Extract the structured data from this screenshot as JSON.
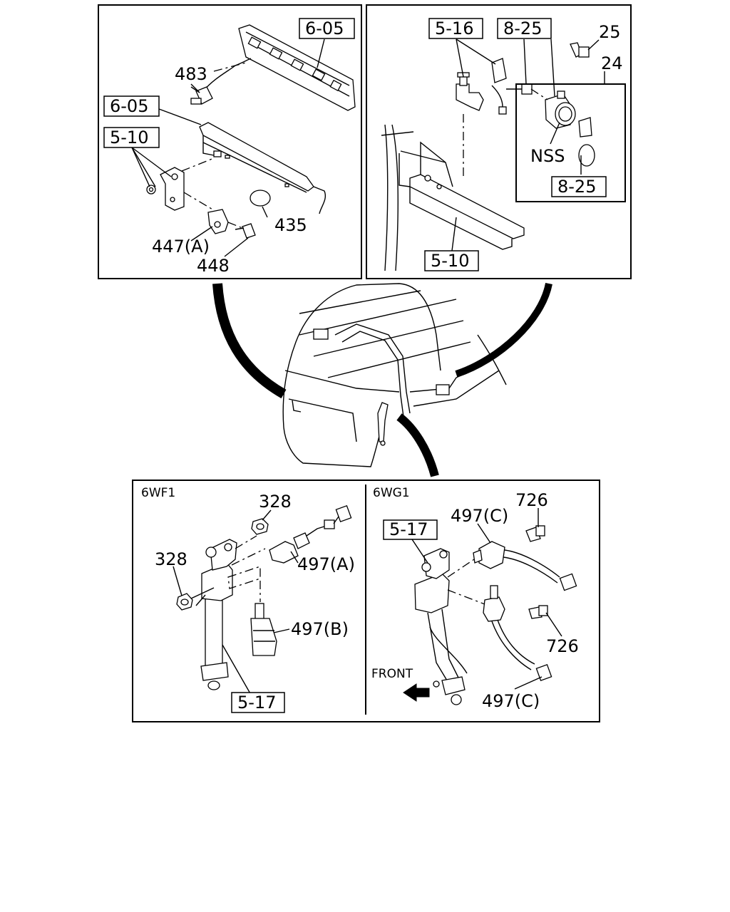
{
  "panels": {
    "top_left": {
      "labels": {
        "l483": "483",
        "l605a": "6-05",
        "l605b": "6-05",
        "l510": "5-10",
        "l435": "435",
        "l447a": "447(A)",
        "l448": "448"
      }
    },
    "top_right": {
      "labels": {
        "l516": "5-16",
        "l825a": "8-25",
        "l25": "25",
        "l24": "24",
        "lnss": "NSS",
        "l825b": "8-25",
        "l510": "5-10"
      }
    },
    "bottom_left": {
      "variant": "6WF1",
      "labels": {
        "l328a": "328",
        "l328b": "328",
        "l497a": "497(A)",
        "l497b": "497(B)",
        "l517": "5-17"
      }
    },
    "bottom_right": {
      "variant": "6WG1",
      "labels": {
        "l517": "5-17",
        "l497c_top": "497(C)",
        "l726a": "726",
        "l726b": "726",
        "l497c_bot": "497(C)",
        "front": "FRONT"
      }
    }
  },
  "icons": {
    "front_arrow": "arrow-left-icon"
  }
}
